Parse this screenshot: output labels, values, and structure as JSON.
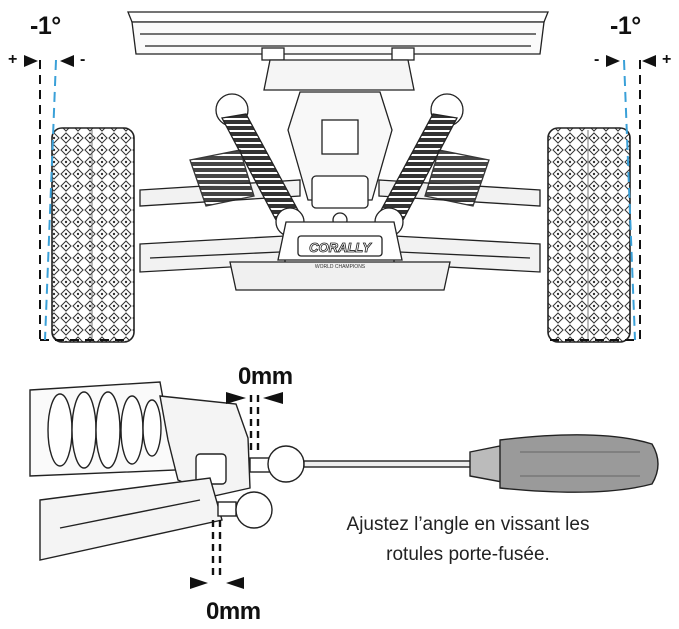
{
  "camber": {
    "left": {
      "value": "-1°",
      "plus": "+",
      "minus": "-"
    },
    "right": {
      "value": "-1°",
      "plus": "+",
      "minus": "-"
    }
  },
  "gap": {
    "top": "0mm",
    "bottom": "0mm"
  },
  "caption": {
    "line1": "Ajustez l’angle en vissant les",
    "line2": "rotules porte-fusée."
  },
  "brand": {
    "logo": "CORALLY",
    "tagline": "WORLD CHAMPIONS"
  },
  "colors": {
    "reference_line": "#3aa0d8",
    "ink": "#111111"
  }
}
